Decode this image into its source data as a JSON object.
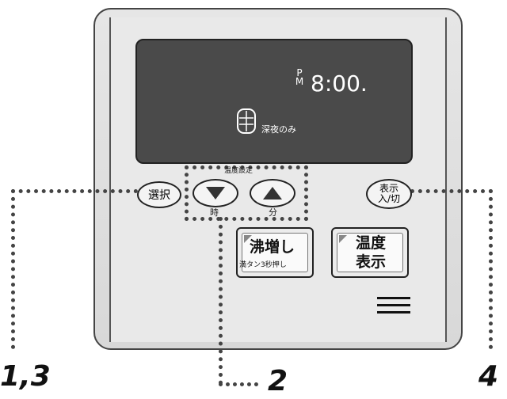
{
  "display": {
    "ampm_top": "P",
    "ampm_bottom": "M",
    "time": "8:00.",
    "mode_text": "深夜のみ"
  },
  "buttons": {
    "select_label": "選択",
    "temp_setting_label": "温度設定",
    "hour_label": "時",
    "minute_label": "分",
    "display_line1": "表示",
    "display_line2": "入/切",
    "boil_label": "沸増し",
    "boil_sub": "満タン3秒押し",
    "temp_display_line1": "温度",
    "temp_display_line2": "表示"
  },
  "callouts": {
    "left": "1,3",
    "middle": "2",
    "right": "4"
  },
  "icons": {
    "down": "triangle-down-icon",
    "up": "triangle-up-icon",
    "tank": "tank-icon",
    "menu": "menu-lines-icon"
  }
}
